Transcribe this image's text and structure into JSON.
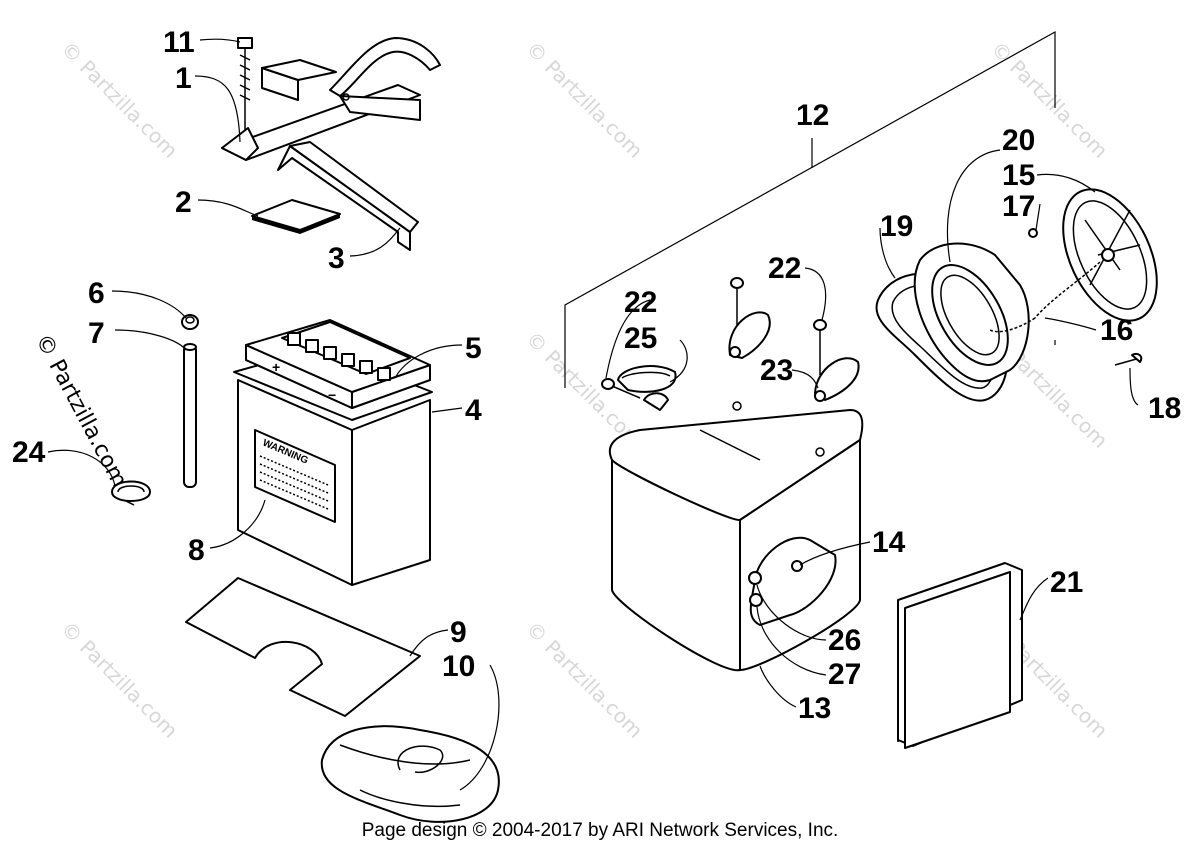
{
  "diagram": {
    "callouts": [
      {
        "id": "11",
        "label": "11"
      },
      {
        "id": "1",
        "label": "1"
      },
      {
        "id": "2",
        "label": "2"
      },
      {
        "id": "3",
        "label": "3"
      },
      {
        "id": "6",
        "label": "6"
      },
      {
        "id": "7",
        "label": "7"
      },
      {
        "id": "5",
        "label": "5"
      },
      {
        "id": "4",
        "label": "4"
      },
      {
        "id": "24",
        "label": "24"
      },
      {
        "id": "8",
        "label": "8"
      },
      {
        "id": "9",
        "label": "9"
      },
      {
        "id": "10",
        "label": "10"
      },
      {
        "id": "12",
        "label": "12"
      },
      {
        "id": "20",
        "label": "20"
      },
      {
        "id": "15",
        "label": "15"
      },
      {
        "id": "17",
        "label": "17"
      },
      {
        "id": "19",
        "label": "19"
      },
      {
        "id": "22a",
        "label": "22"
      },
      {
        "id": "22b",
        "label": "22"
      },
      {
        "id": "25",
        "label": "25"
      },
      {
        "id": "23",
        "label": "23"
      },
      {
        "id": "16",
        "label": "16"
      },
      {
        "id": "18",
        "label": "18"
      },
      {
        "id": "14",
        "label": "14"
      },
      {
        "id": "21",
        "label": "21"
      },
      {
        "id": "26",
        "label": "26"
      },
      {
        "id": "27",
        "label": "27"
      },
      {
        "id": "13",
        "label": "13"
      }
    ],
    "battery_label": "WARNING",
    "terminal_plus": "+",
    "terminal_minus": "−"
  },
  "watermark": {
    "text": "© Partzilla.com"
  },
  "footer": {
    "text": "Page design © 2004-2017 by ARI Network Services, Inc."
  }
}
